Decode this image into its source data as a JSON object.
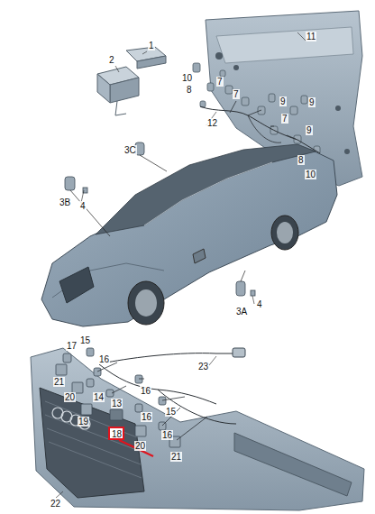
{
  "diagram": {
    "nodes": [
      {
        "text": [
          "18"
        ]
      }
    ],
    "labels": [
      "1",
      "2",
      "11",
      "10",
      "8",
      "7",
      "7",
      "9",
      "9",
      "12",
      "7",
      "9",
      "8",
      "10",
      "3C",
      "3B",
      "4",
      "3A",
      "4",
      "17",
      "15",
      "23",
      "21",
      "16",
      "14",
      "13",
      "20",
      "16",
      "19",
      "16",
      "15",
      "20",
      "16",
      "21",
      "22"
    ]
  }
}
